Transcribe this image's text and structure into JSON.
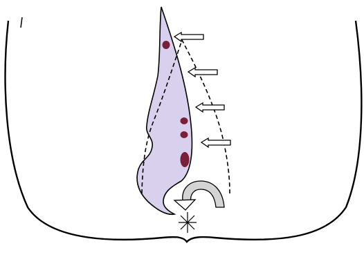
{
  "diagram": {
    "colors": {
      "outline": "#000000",
      "background": "#ffffff",
      "region_fill": "#d8d0ec",
      "dot_fill": "#7a1f3a",
      "arrow_fill": "#ffffff",
      "curved_arrow_fill": "#d4d4d4"
    },
    "elements": {
      "body_outline": "buttocks-outline",
      "shaded_region": "sinus-tract-area",
      "dots": [
        "pit-1",
        "pit-2",
        "pit-3",
        "pit-4"
      ],
      "dashed_line": "excision-line",
      "arrows": [
        "shift-arrow-1",
        "shift-arrow-2",
        "shift-arrow-3",
        "shift-arrow-4"
      ],
      "curved_arrow": "rotation-arrow",
      "star": "anus-marker-star"
    }
  }
}
